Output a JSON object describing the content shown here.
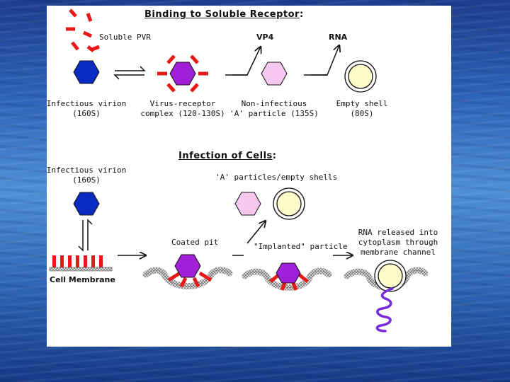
{
  "section_binding": {
    "title": "Binding to Soluble Receptor",
    "title_suffix": ":",
    "soluble_pvr": "Soluble PVR",
    "vp4": "VP4",
    "rna": "RNA",
    "infectious_virion": "Infectious virion",
    "infectious_virion_size": "(160S)",
    "complex_line1": "Virus-receptor",
    "complex_line2": "complex (120-130S)",
    "noninfectious_line1": "Non-infectious",
    "noninfectious_line2": "'A' particle (135S)",
    "empty_shell_line1": "Empty shell",
    "empty_shell_line2": "(80S)"
  },
  "section_infection": {
    "title": "Infection of Cells",
    "title_suffix": ":",
    "infectious_virion": "Infectious virion",
    "infectious_virion_size": "(160S)",
    "a_particles": "'A' particles/empty shells",
    "coated_pit": "Coated pit",
    "implanted_particle": "\"Implanted\" particle",
    "rna_released_line1": "RNA released into",
    "rna_released_line2": "cytoplasm through",
    "rna_released_line3": "membrane channel",
    "cell_membrane": "Cell Membrane"
  },
  "colors": {
    "virion_blue": "#0a2bc2",
    "complex_purple": "#a020d8",
    "a_particle_pink": "#f7c7ef",
    "empty_shell_yellow": "#fdfbc8",
    "receptor_red": "#e81818",
    "rna_strand": "#7a2be0",
    "membrane_gray": "#8a8a8a"
  }
}
